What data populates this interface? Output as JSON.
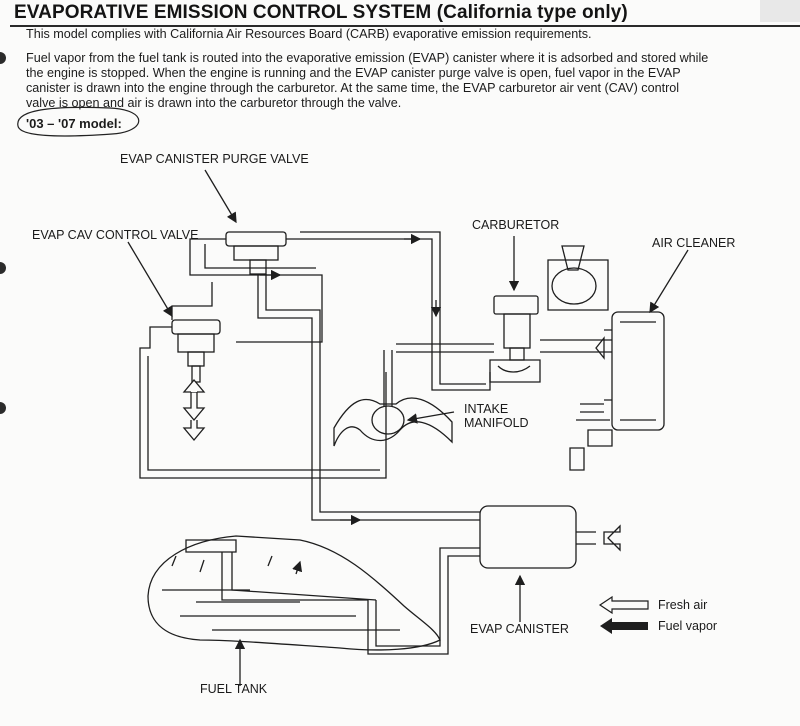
{
  "page": {
    "title": "EVAPORATIVE EMISSION CONTROL SYSTEM (California type only)",
    "intro": "This model complies with California Air Resources Board (CARB) evaporative emission requirements.",
    "paragraph_lines": [
      "Fuel vapor from the fuel tank is routed into the evaporative emission (EVAP) canister where it is adsorbed and stored while",
      "the engine is stopped. When the engine is running and the EVAP canister purge valve is open, fuel vapor in the EVAP",
      "canister is drawn into the engine through the carburetor. At the same time, the EVAP carburetor air vent (CAV) control",
      "valve is open and air is drawn into the carburetor through the valve."
    ],
    "model_label": "'03 – '07 model:"
  },
  "diagram": {
    "labels": {
      "purge_valve": "EVAP CANISTER PURGE VALVE",
      "cav_valve": "EVAP CAV CONTROL VALVE",
      "carburetor": "CARBURETOR",
      "air_cleaner": "AIR CLEANER",
      "intake_line1": "INTAKE",
      "intake_line2": "MANIFOLD",
      "canister": "EVAP CANISTER",
      "fuel_tank": "FUEL TANK"
    },
    "legend": {
      "fresh_air": "Fresh air",
      "fuel_vapor": "Fuel vapor"
    },
    "colors": {
      "ink": "#1e1e1e",
      "paper": "#fbfbfa"
    }
  }
}
